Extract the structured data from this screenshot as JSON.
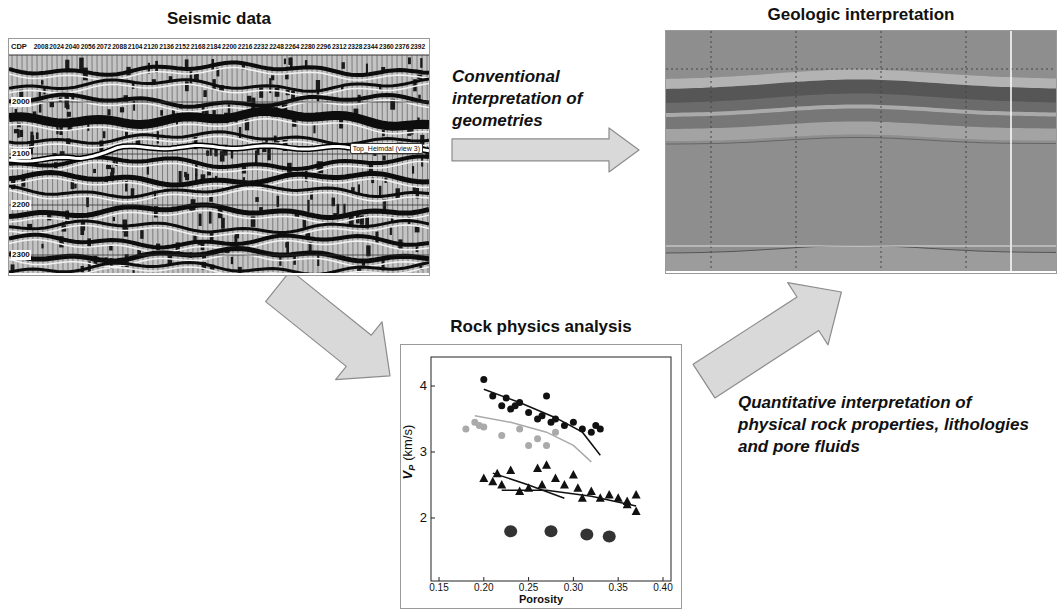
{
  "diagram": {
    "nodes": [
      {
        "text": [
          "Seismic data"
        ]
      },
      {
        "text": [
          "Geologic interpretation"
        ]
      },
      {
        "text": [
          "Rock physics analysis"
        ]
      }
    ],
    "edges": [
      {
        "from": 0,
        "to": 1,
        "arrow": "to",
        "label": "Conventional interpretation of geometries"
      },
      {
        "from": 0,
        "to": 2,
        "arrow": "to"
      },
      {
        "from": 2,
        "to": 1,
        "arrow": "to",
        "label": "Quantitative interpretation of physical rock properties, lithologies and pore fluids"
      }
    ],
    "labels": [
      "CDP",
      "2008",
      "2024",
      "2040",
      "2056",
      "2072",
      "2088",
      "2104",
      "2120",
      "2136",
      "2152",
      "2168",
      "2184",
      "2200",
      "2216",
      "2232",
      "2248",
      "2264",
      "2280",
      "2296",
      "2312",
      "2328",
      "2344",
      "2360",
      "2376",
      "2392",
      "2000",
      "2100",
      "2200",
      "2300",
      "Top_Heimdal (view 3)",
      "4",
      "3",
      "2",
      "V",
      "P",
      "(km/s)",
      "Porosity",
      "0.15",
      "0.20",
      "0.25",
      "0.30",
      "0.35",
      "0.40"
    ]
  }
}
